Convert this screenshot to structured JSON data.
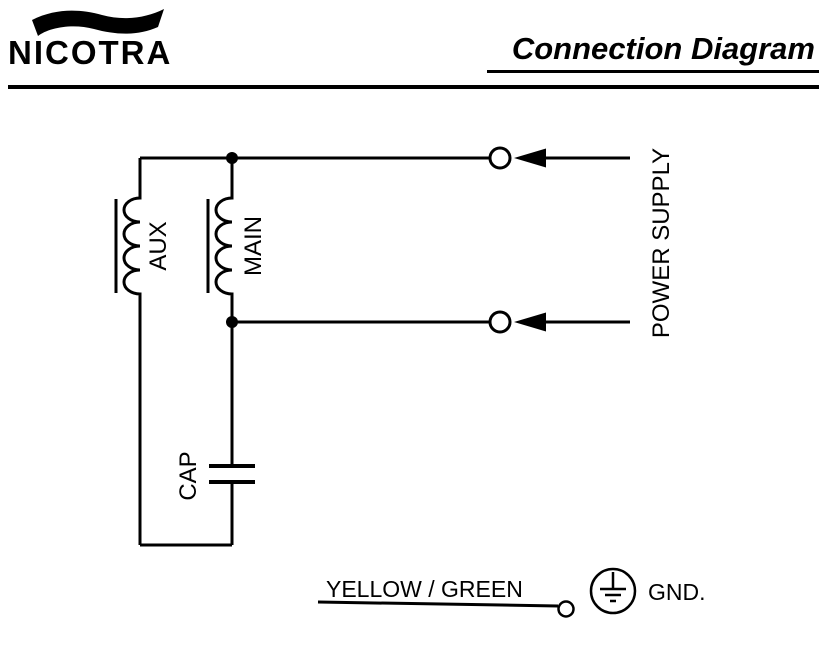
{
  "header": {
    "brand": "NICOTRA",
    "title": "Connection Diagram"
  },
  "diagram": {
    "labels": {
      "aux": "AUX",
      "main": "MAIN",
      "cap": "CAP",
      "power_supply": "POWER SUPPLY",
      "ground_wire": "YELLOW / GREEN",
      "ground": "GND."
    },
    "colors": {
      "line": "#000000",
      "background": "#ffffff"
    }
  }
}
